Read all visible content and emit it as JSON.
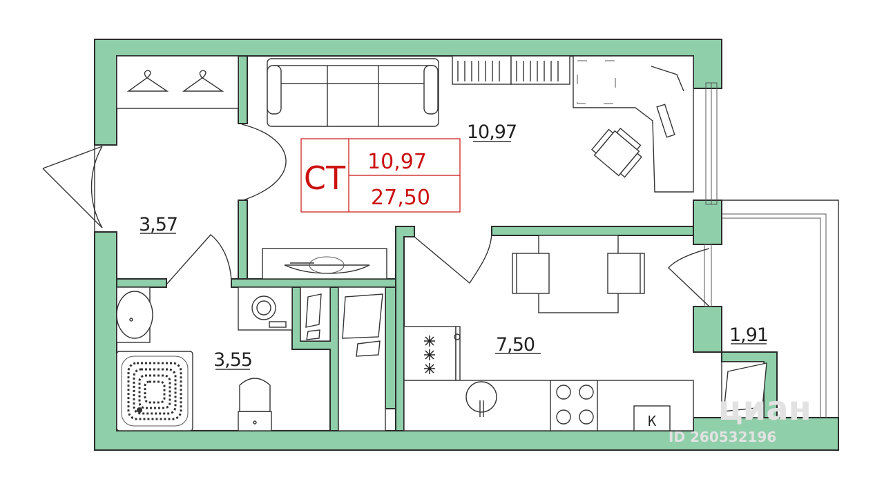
{
  "type_box": {
    "label": "СТ",
    "living_area": "10,97",
    "total_area": "27,50"
  },
  "rooms": {
    "living": "10,97",
    "hall": "3,57",
    "bathroom": "3,55",
    "kitchen": "7,50",
    "balcony": "1,91"
  },
  "kitchen_marker": "К",
  "watermark": {
    "brand": "циан",
    "id": "ID 260532196"
  },
  "colors": {
    "wall": "#8fcfaa",
    "outline": "#2b2b2b",
    "accent": "#cc1111"
  }
}
